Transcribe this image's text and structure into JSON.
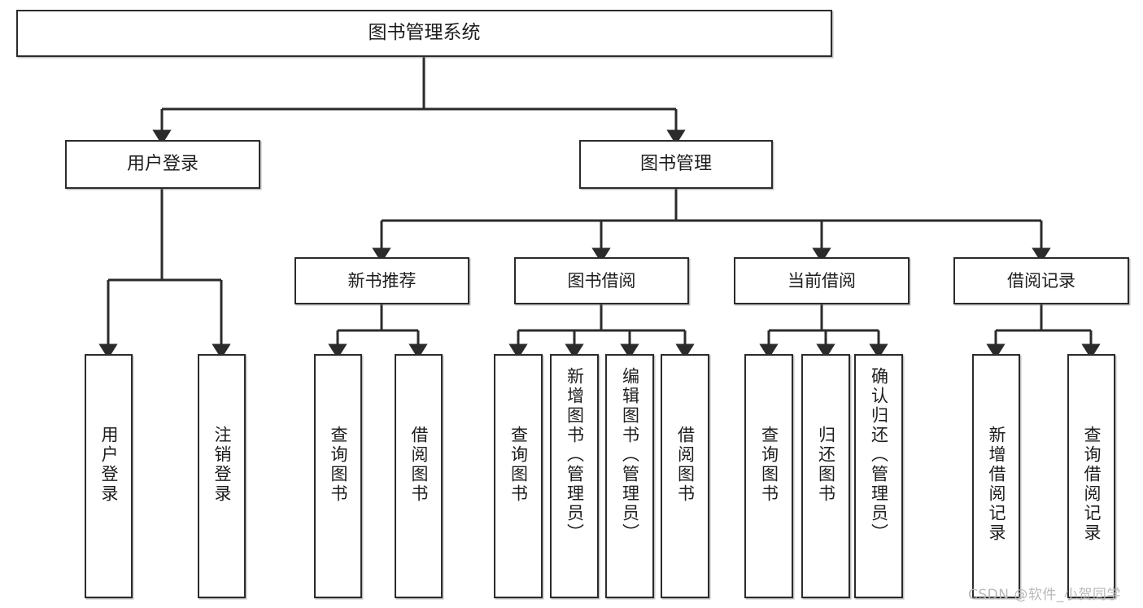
{
  "diagram": {
    "title": "图书管理系统",
    "type": "tree",
    "watermark": "CSDN @软件_小贺同学",
    "colors": {
      "stroke": "#2b2b2b",
      "fill": "#ffffff",
      "text": "#1d1d1d",
      "watermark": "#b9b9b9"
    },
    "root": {
      "label": "图书管理系统"
    },
    "level1": [
      {
        "label": "用户登录"
      },
      {
        "label": "图书管理"
      }
    ],
    "level2": [
      {
        "label": "新书推荐"
      },
      {
        "label": "图书借阅"
      },
      {
        "label": "当前借阅"
      },
      {
        "label": "借阅记录"
      }
    ],
    "leaves": {
      "user_login": [
        {
          "label": "用户登录"
        },
        {
          "label": "注销登录"
        }
      ],
      "new_book": [
        {
          "label": "查询图书"
        },
        {
          "label": "借阅图书"
        }
      ],
      "book_borrow": [
        {
          "label": "查询图书"
        },
        {
          "label": "新增图书（管理员）"
        },
        {
          "label": "编辑图书（管理员）"
        },
        {
          "label": "借阅图书"
        }
      ],
      "current_borrow": [
        {
          "label": "查询图书"
        },
        {
          "label": "归还图书"
        },
        {
          "label": "确认归还（管理员）"
        }
      ],
      "borrow_record": [
        {
          "label": "新增借阅记录"
        },
        {
          "label": "查询借阅记录"
        }
      ]
    }
  }
}
